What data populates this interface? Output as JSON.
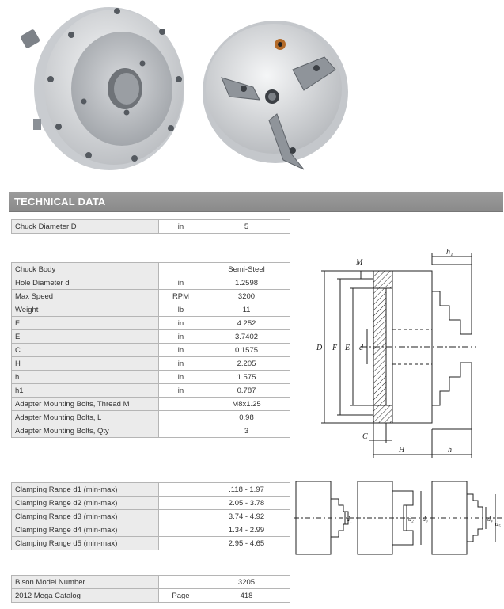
{
  "section_title": "TECHNICAL DATA",
  "table_diameter": [
    {
      "label": "Chuck Diameter D",
      "unit": "in",
      "value": "5"
    }
  ],
  "table_body": [
    {
      "label": "Chuck Body",
      "unit": "",
      "value": "Semi-Steel"
    },
    {
      "label": "Hole Diameter d",
      "unit": "in",
      "value": "1.2598"
    },
    {
      "label": "Max Speed",
      "unit": "RPM",
      "value": "3200"
    },
    {
      "label": "Weight",
      "unit": "lb",
      "value": "11"
    },
    {
      "label": "F",
      "unit": "in",
      "value": "4.252"
    },
    {
      "label": "E",
      "unit": "in",
      "value": "3.7402"
    },
    {
      "label": "C",
      "unit": "in",
      "value": "0.1575"
    },
    {
      "label": "H",
      "unit": "in",
      "value": "2.205"
    },
    {
      "label": "h",
      "unit": "in",
      "value": "1.575"
    },
    {
      "label": "h1",
      "unit": "in",
      "value": "0.787"
    },
    {
      "label": "Adapter Mounting Bolts, Thread M",
      "unit": "",
      "value": "M8x1.25"
    },
    {
      "label": "Adapter Mounting Bolts, L",
      "unit": "",
      "value": "0.98"
    },
    {
      "label": "Adapter Mounting Bolts, Qty",
      "unit": "",
      "value": "3"
    }
  ],
  "table_clamping": [
    {
      "label": "Clamping Range d1 (min-max)",
      "unit": "",
      "value": ".118 - 1.97"
    },
    {
      "label": "Clamping Range d2 (min-max)",
      "unit": "",
      "value": "2.05 - 3.78"
    },
    {
      "label": "Clamping Range d3 (min-max)",
      "unit": "",
      "value": "3.74 - 4.92"
    },
    {
      "label": "Clamping Range d4 (min-max)",
      "unit": "",
      "value": "1.34 - 2.99"
    },
    {
      "label": "Clamping Range d5 (min-max)",
      "unit": "",
      "value": "2.95 - 4.65"
    }
  ],
  "table_model": [
    {
      "label": "Bison Model Number",
      "unit": "",
      "value": "3205"
    },
    {
      "label": "2012 Mega Catalog",
      "unit": "Page",
      "value": "418"
    }
  ],
  "drawing_labels": {
    "M": "M",
    "h1": "h₁",
    "D": "D",
    "F": "F",
    "E": "E",
    "d": "d",
    "C": "C",
    "H": "H",
    "h": "h",
    "d1": "d₁",
    "d2": "d₂",
    "d3": "d₃",
    "d4": "d₄",
    "d5": "d₅"
  }
}
